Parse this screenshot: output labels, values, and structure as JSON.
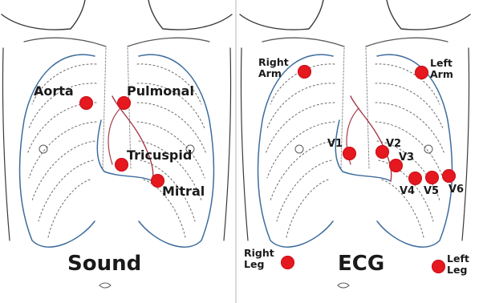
{
  "sound_panel": {
    "caption": "Sound",
    "sites": [
      {
        "label": "Aorta"
      },
      {
        "label": "Pulmonal"
      },
      {
        "label": "Tricuspid"
      },
      {
        "label": "Mitral"
      }
    ]
  },
  "ecg_panel": {
    "caption": "ECG",
    "limb_leads": [
      {
        "line1": "Right",
        "line2": "Arm"
      },
      {
        "line1": "Left",
        "line2": "Arm"
      },
      {
        "line1": "Right",
        "line2": "Leg"
      },
      {
        "line1": "Left",
        "line2": "Leg"
      }
    ],
    "chest_leads": [
      "V1",
      "V2",
      "V3",
      "V4",
      "V5",
      "V6"
    ]
  },
  "colors": {
    "dot": "#e5171f",
    "text": "#1a1a1a",
    "outline": "#3a3a3a",
    "vessel": "#3d6c9e",
    "artery": "#a33a4a",
    "rib_dotted": "#6b6b6b"
  }
}
